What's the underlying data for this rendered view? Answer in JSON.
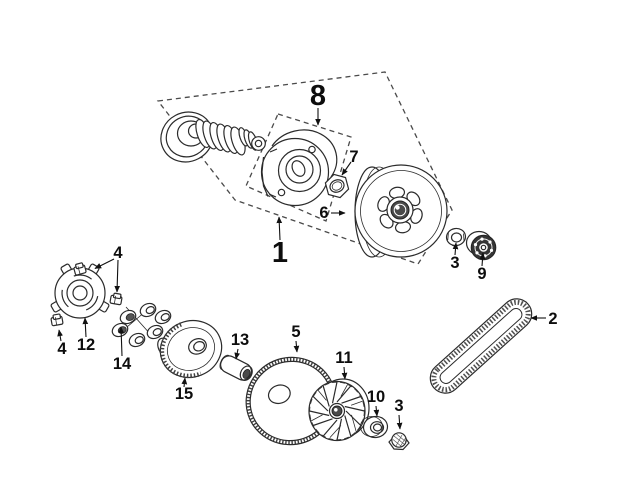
{
  "diagram": {
    "description": "Exploded parts diagram of a scooter CVT transmission: variator, drive belt, clutch and driven pulley assembly",
    "colors": {
      "background": "#ffffff",
      "line": "#2b2b2b",
      "dark_fill": "#3a3a3a"
    },
    "callouts": [
      {
        "text": "1",
        "part": "driven-pulley-clutch-assembly",
        "size": "large"
      },
      {
        "text": "8",
        "part": "clutch-shoe-assembly",
        "size": "large"
      },
      {
        "text": "7",
        "part": "clutch-nut",
        "size": "small"
      },
      {
        "text": "6",
        "part": "clutch-bell-drum",
        "size": "small"
      },
      {
        "text": "3",
        "part": "flanged-nut-rear",
        "size": "small"
      },
      {
        "text": "9",
        "part": "ball-bearing",
        "size": "small"
      },
      {
        "text": "2",
        "part": "drive-belt",
        "size": "small"
      },
      {
        "text": "4",
        "part": "slider-guides-upper",
        "size": "small"
      },
      {
        "text": "4",
        "part": "slider-guide-lower",
        "size": "small"
      },
      {
        "text": "12",
        "part": "variator-ramp-plate",
        "size": "small"
      },
      {
        "text": "14",
        "part": "roller-weights",
        "size": "small"
      },
      {
        "text": "15",
        "part": "drive-pulley-half",
        "size": "small"
      },
      {
        "text": "13",
        "part": "spacer-bushing",
        "size": "small"
      },
      {
        "text": "5",
        "part": "starter-ring-plate",
        "size": "small"
      },
      {
        "text": "11",
        "part": "fan-pulley-half",
        "size": "small"
      },
      {
        "text": "10",
        "part": "cup-washer",
        "size": "small"
      },
      {
        "text": "3",
        "part": "flanged-nut-front",
        "size": "small"
      }
    ]
  }
}
